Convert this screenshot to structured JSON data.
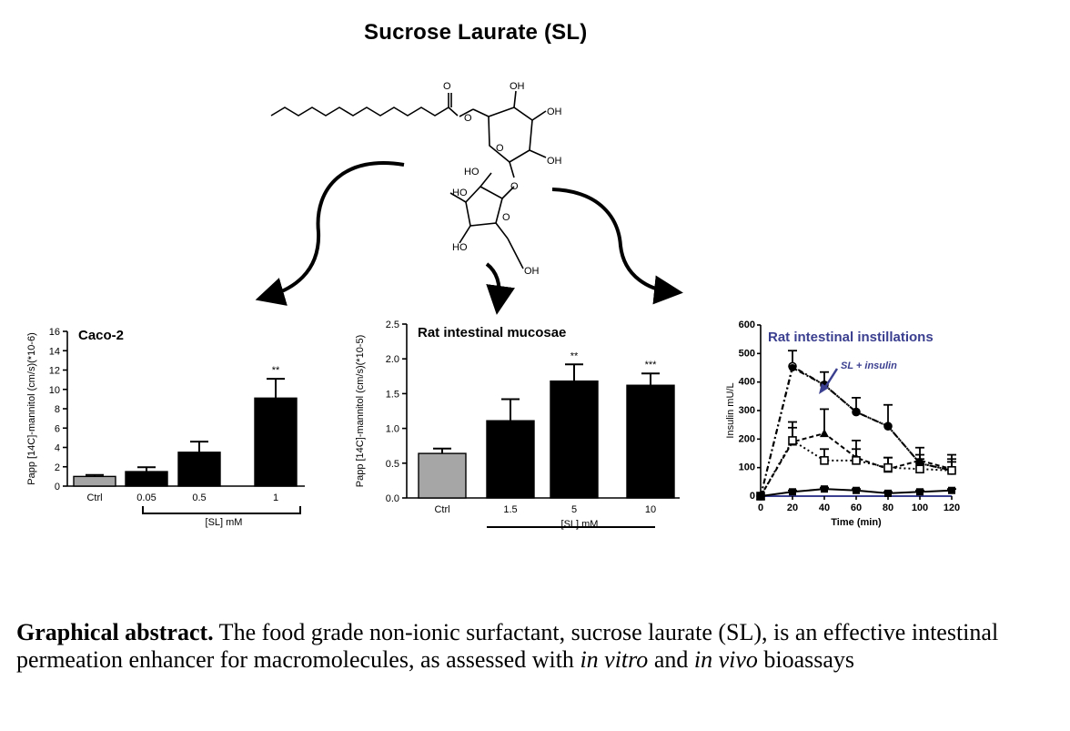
{
  "title": "Sucrose Laurate (SL)",
  "structure": {
    "labels": [
      "O",
      "OH",
      "OH",
      "O",
      "OH",
      "OH",
      "O",
      "O",
      "HO",
      "HO",
      "O",
      "HO",
      "OH"
    ]
  },
  "chart_data": [
    {
      "type": "bar",
      "title": "Caco-2",
      "categories": [
        "Ctrl",
        "0.05",
        "0.5",
        "1"
      ],
      "values": [
        1.0,
        1.5,
        3.5,
        9.1
      ],
      "errors": [
        0.15,
        0.45,
        1.1,
        2.0
      ],
      "significance": [
        "",
        "",
        "",
        "**"
      ],
      "bar_colors": [
        "#a6a6a6",
        "#000000",
        "#000000",
        "#000000"
      ],
      "ylim": [
        0,
        16
      ],
      "yticks": [
        "0",
        "2",
        "4",
        "6",
        "8",
        "10",
        "12",
        "14",
        "16"
      ],
      "ylabel": "Papp [14C]-mannitol (cm/s)(*10-6)",
      "group_label": "[SL] mM"
    },
    {
      "type": "bar",
      "title": "Rat intestinal mucosae",
      "categories": [
        "Ctrl",
        "1.5",
        "5",
        "10"
      ],
      "values": [
        0.64,
        1.11,
        1.68,
        1.62
      ],
      "errors": [
        0.07,
        0.31,
        0.24,
        0.17
      ],
      "significance": [
        "",
        "",
        "**",
        "***"
      ],
      "bar_colors": [
        "#a6a6a6",
        "#000000",
        "#000000",
        "#000000"
      ],
      "ylim": [
        0,
        2.5
      ],
      "yticks": [
        "0.0",
        "0.5",
        "1.0",
        "1.5",
        "2.0",
        "2.5"
      ],
      "ylabel": "Papp [14C]-mannitol (cm/s)(*10-5)",
      "group_label": "[SL] mM"
    },
    {
      "type": "line",
      "title": "Rat intestinal instillations",
      "annotation": "SL + insulin",
      "xlabel": "Time (min)",
      "ylabel": "Insulin mU/L",
      "xlim": [
        0,
        120
      ],
      "ylim": [
        0,
        600
      ],
      "xticks": [
        "0",
        "20",
        "40",
        "60",
        "80",
        "100",
        "120"
      ],
      "yticks": [
        "0",
        "100",
        "200",
        "300",
        "400",
        "500",
        "600"
      ],
      "x": [
        0,
        20,
        40,
        60,
        80,
        100,
        120
      ],
      "series": [
        {
          "marker": "open-circle",
          "dash": "dash-dot",
          "values": [
            0,
            455,
            390,
            295,
            245,
            115,
            90
          ],
          "errors": [
            0,
            55,
            45,
            50,
            75,
            30,
            30
          ]
        },
        {
          "marker": "filled-circle",
          "dash": "dash-dot",
          "values": [
            0,
            450,
            390,
            295,
            245,
            115,
            90
          ],
          "errors": [
            0,
            0,
            0,
            0,
            0,
            0,
            0
          ]
        },
        {
          "marker": "filled-triangle",
          "dash": "dash",
          "values": [
            0,
            190,
            220,
            135,
            95,
            125,
            95
          ],
          "errors": [
            0,
            70,
            85,
            60,
            40,
            45,
            50
          ]
        },
        {
          "marker": "open-square",
          "dash": "dot",
          "values": [
            0,
            195,
            125,
            125,
            100,
            95,
            90
          ],
          "errors": [
            0,
            45,
            40,
            40,
            35,
            35,
            40
          ]
        },
        {
          "marker": "filled-square",
          "dash": "solid",
          "values": [
            0,
            15,
            25,
            20,
            10,
            15,
            20
          ],
          "errors": [
            0,
            5,
            5,
            5,
            5,
            5,
            5
          ]
        }
      ]
    }
  ],
  "caption": {
    "lead": "Graphical abstract.",
    "text1": " The food grade non-ionic surfactant, sucrose laurate (SL), is an effective intestinal permeation enhancer for macromolecules, as assessed with ",
    "em1": "in vitro",
    "text2": " and ",
    "em2": "in vivo",
    "text3": " bioassays"
  }
}
